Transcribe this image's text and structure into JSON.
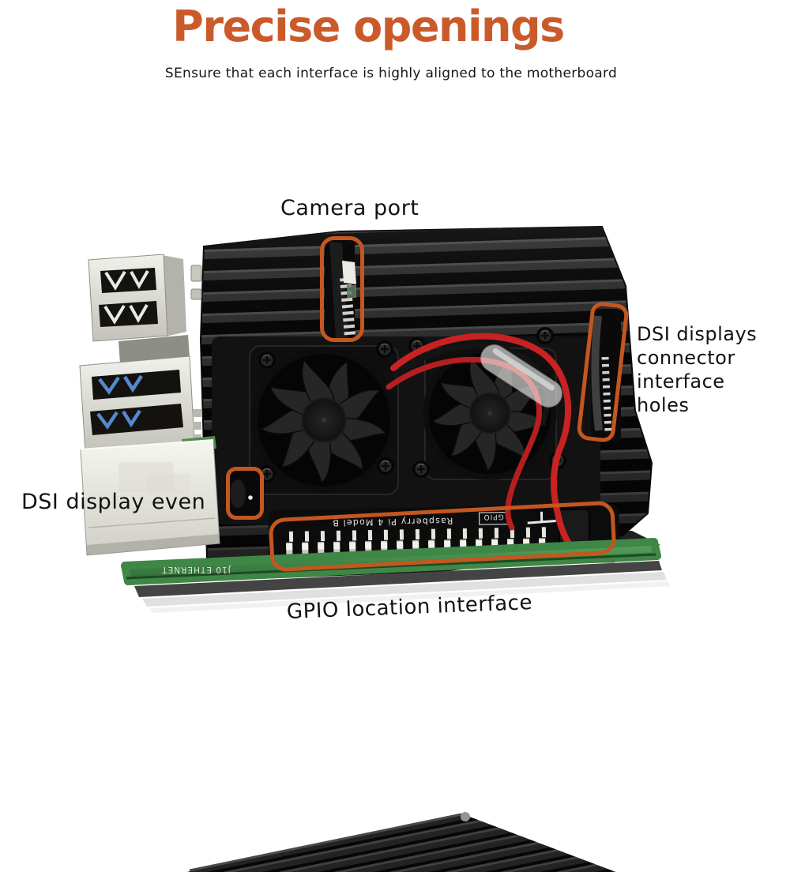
{
  "header": {
    "title": "Precise openings",
    "subtitle": "SEnsure that each interface is highly aligned to the motherboard"
  },
  "annotations": {
    "camera": {
      "label": "Camera port"
    },
    "dsi_right": {
      "lines": [
        "DSI displays",
        "connector",
        "interface",
        "holes"
      ]
    },
    "dsi_left": {
      "label": "DSI display even"
    },
    "gpio": {
      "label": "GPIO location interface"
    }
  },
  "photo": {
    "subject": "raspberry-pi-4-aluminium-armor-case-with-dual-fans",
    "board_silkscreen": "Raspberry Pi 4 Model B",
    "gpio_silkscreen": "GPIO",
    "pcb_silkscreen": "J10  ETHERNET"
  },
  "colors": {
    "accent_orange": "#cb5a2b",
    "callout_orange": "#c4571f",
    "background": "#ffffff",
    "case_black": "#1c1c1c",
    "pcb_green": "#3f8746",
    "wire_red": "#c92222"
  }
}
